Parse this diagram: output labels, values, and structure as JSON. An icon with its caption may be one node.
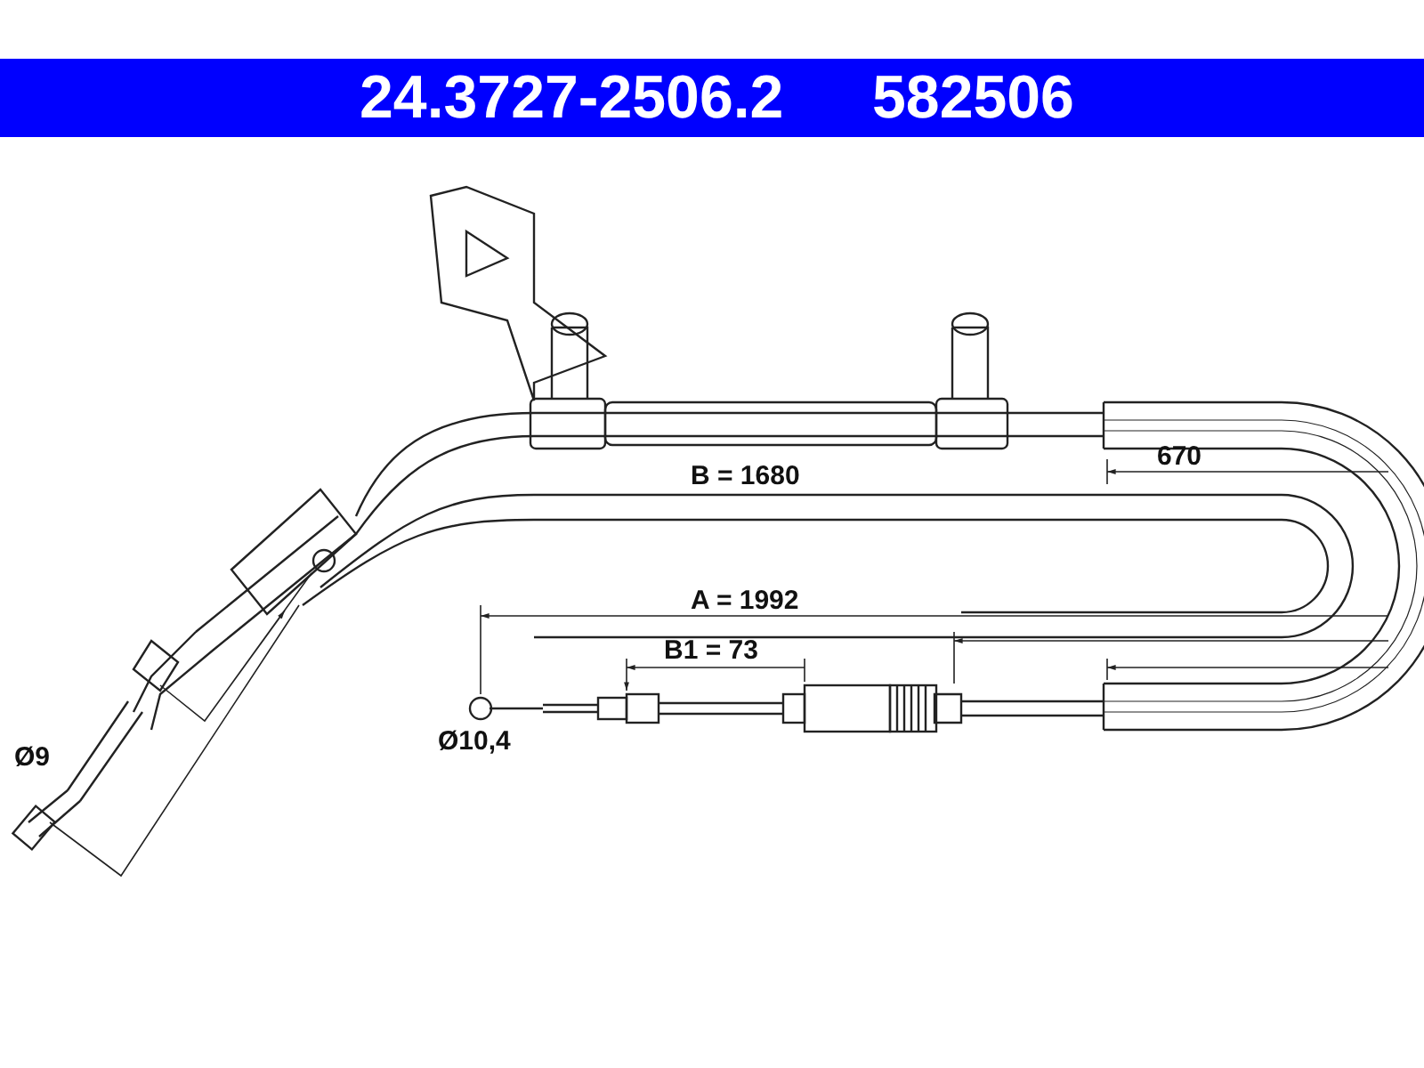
{
  "diagram": {
    "title": "24.3727-2506.2",
    "labels": [
      "582506",
      "B = 1680",
      "670",
      "A = 1992",
      "B1 = 73",
      "Ø9",
      "Ø10,4"
    ]
  }
}
